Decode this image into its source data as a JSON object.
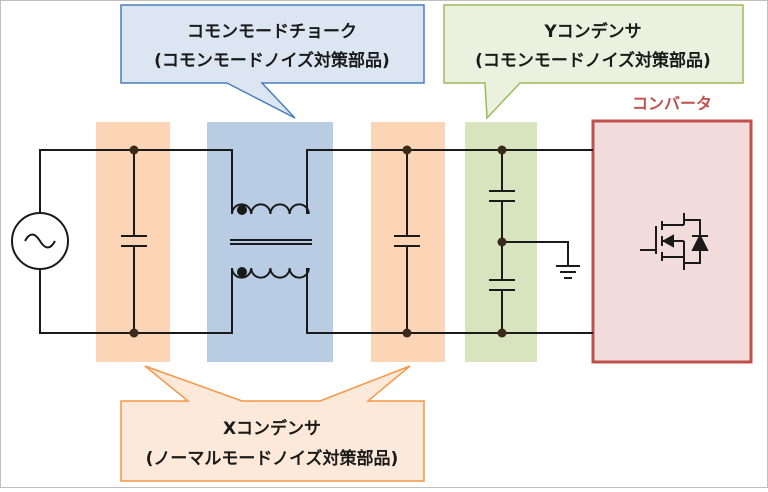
{
  "callouts": {
    "common_mode_choke": {
      "line1": "コモンモードチョーク",
      "line2": "(コモンモードノイズ対策部品)"
    },
    "y_capacitor": {
      "line1": "Yコンデンサ",
      "line2": "(コモンモードノイズ対策部品)"
    },
    "x_capacitor": {
      "line1": "Xコンデンサ",
      "line2": "(ノーマルモードノイズ対策部品)"
    }
  },
  "converter": {
    "label": "コンバータ"
  },
  "colors": {
    "x_cap_zone": "#fbd5b5",
    "choke_zone": "#b8cce4",
    "y_cap_zone": "#d7e4bd",
    "converter_fill": "#f2dcdb",
    "converter_border": "#c0504d",
    "callout_blue_fill": "#dce6f2",
    "callout_blue_border": "#4a7ebb",
    "callout_green_fill": "#ebf1de",
    "callout_green_border": "#9bbb59",
    "callout_orange_fill": "#fde9d9",
    "callout_orange_border": "#f79646",
    "wire": "#1a1a1a",
    "node": "#3b2a1a"
  }
}
